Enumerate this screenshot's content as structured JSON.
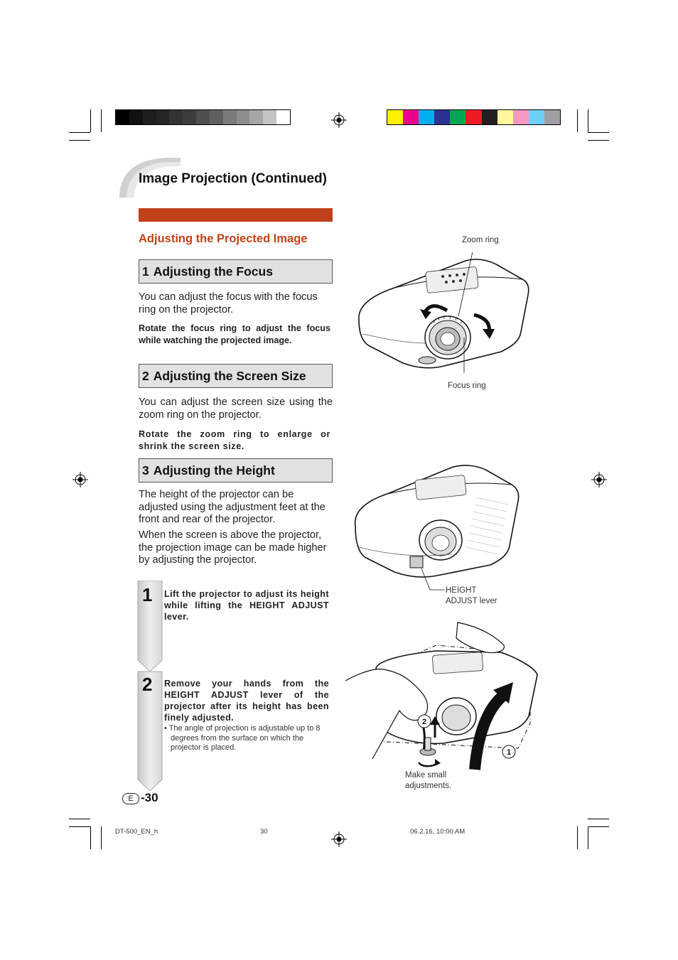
{
  "page": {
    "section_title": "Image Projection (Continued)",
    "subsection_title": "Adjusting the Projected Image",
    "accent_color": "#c0421a"
  },
  "color_bars": {
    "grayscale": [
      "#000000",
      "#111111",
      "#1e1e1e",
      "#262626",
      "#333333",
      "#3d3d3d",
      "#4f4f4f",
      "#606060",
      "#7a7a7a",
      "#8c8c8c",
      "#a6a6a6",
      "#c4c4c4",
      "#ffffff"
    ],
    "colors": [
      "#fff200",
      "#ec008c",
      "#00aeef",
      "#2e3192",
      "#00a651",
      "#ed1c24",
      "#231f20",
      "#fff799",
      "#f49ac1",
      "#6dcff6",
      "#9d9fa2"
    ]
  },
  "focus": {
    "number": "1",
    "heading": "Adjusting the Focus",
    "body": "You can adjust the focus with the focus ring on the projector.",
    "instruction": "Rotate the focus ring to adjust the focus while watching the projected image."
  },
  "screen_size": {
    "number": "2",
    "heading": "Adjusting the Screen Size",
    "body": "You can adjust the screen size using the zoom ring on the projector.",
    "instruction": "Rotate the zoom ring to enlarge or shrink the screen size."
  },
  "height": {
    "number": "3",
    "heading": "Adjusting the Height",
    "body1": "The height of the projector can be adjusted using the adjustment feet at the front and rear of the projector.",
    "body2": "When the screen is above the projector, the projection image can be made higher by adjusting the projector."
  },
  "steps": [
    {
      "num": "1",
      "text": "Lift the projector to adjust its height while lifting the HEIGHT ADJUST lever."
    },
    {
      "num": "2",
      "text": "Remove your hands from the HEIGHT ADJUST lever of the projector after its height has been finely adjusted.",
      "note": "• The angle of projection is adjustable up to 8 degrees from the surface on which the projector is placed."
    }
  ],
  "labels": {
    "zoom_ring": "Zoom ring",
    "focus_ring": "Focus ring",
    "height_adjust_1": "HEIGHT",
    "height_adjust_2": "ADJUST lever",
    "small_adj_1": "Make small",
    "small_adj_2": "adjustments.",
    "callout_1": "1",
    "callout_2": "2"
  },
  "footer": {
    "page_letter": "E",
    "page_number": "-30",
    "doc_id": "DT-500_EN_h",
    "print_page": "30",
    "print_date": "06.2.16, 10:00 AM"
  }
}
